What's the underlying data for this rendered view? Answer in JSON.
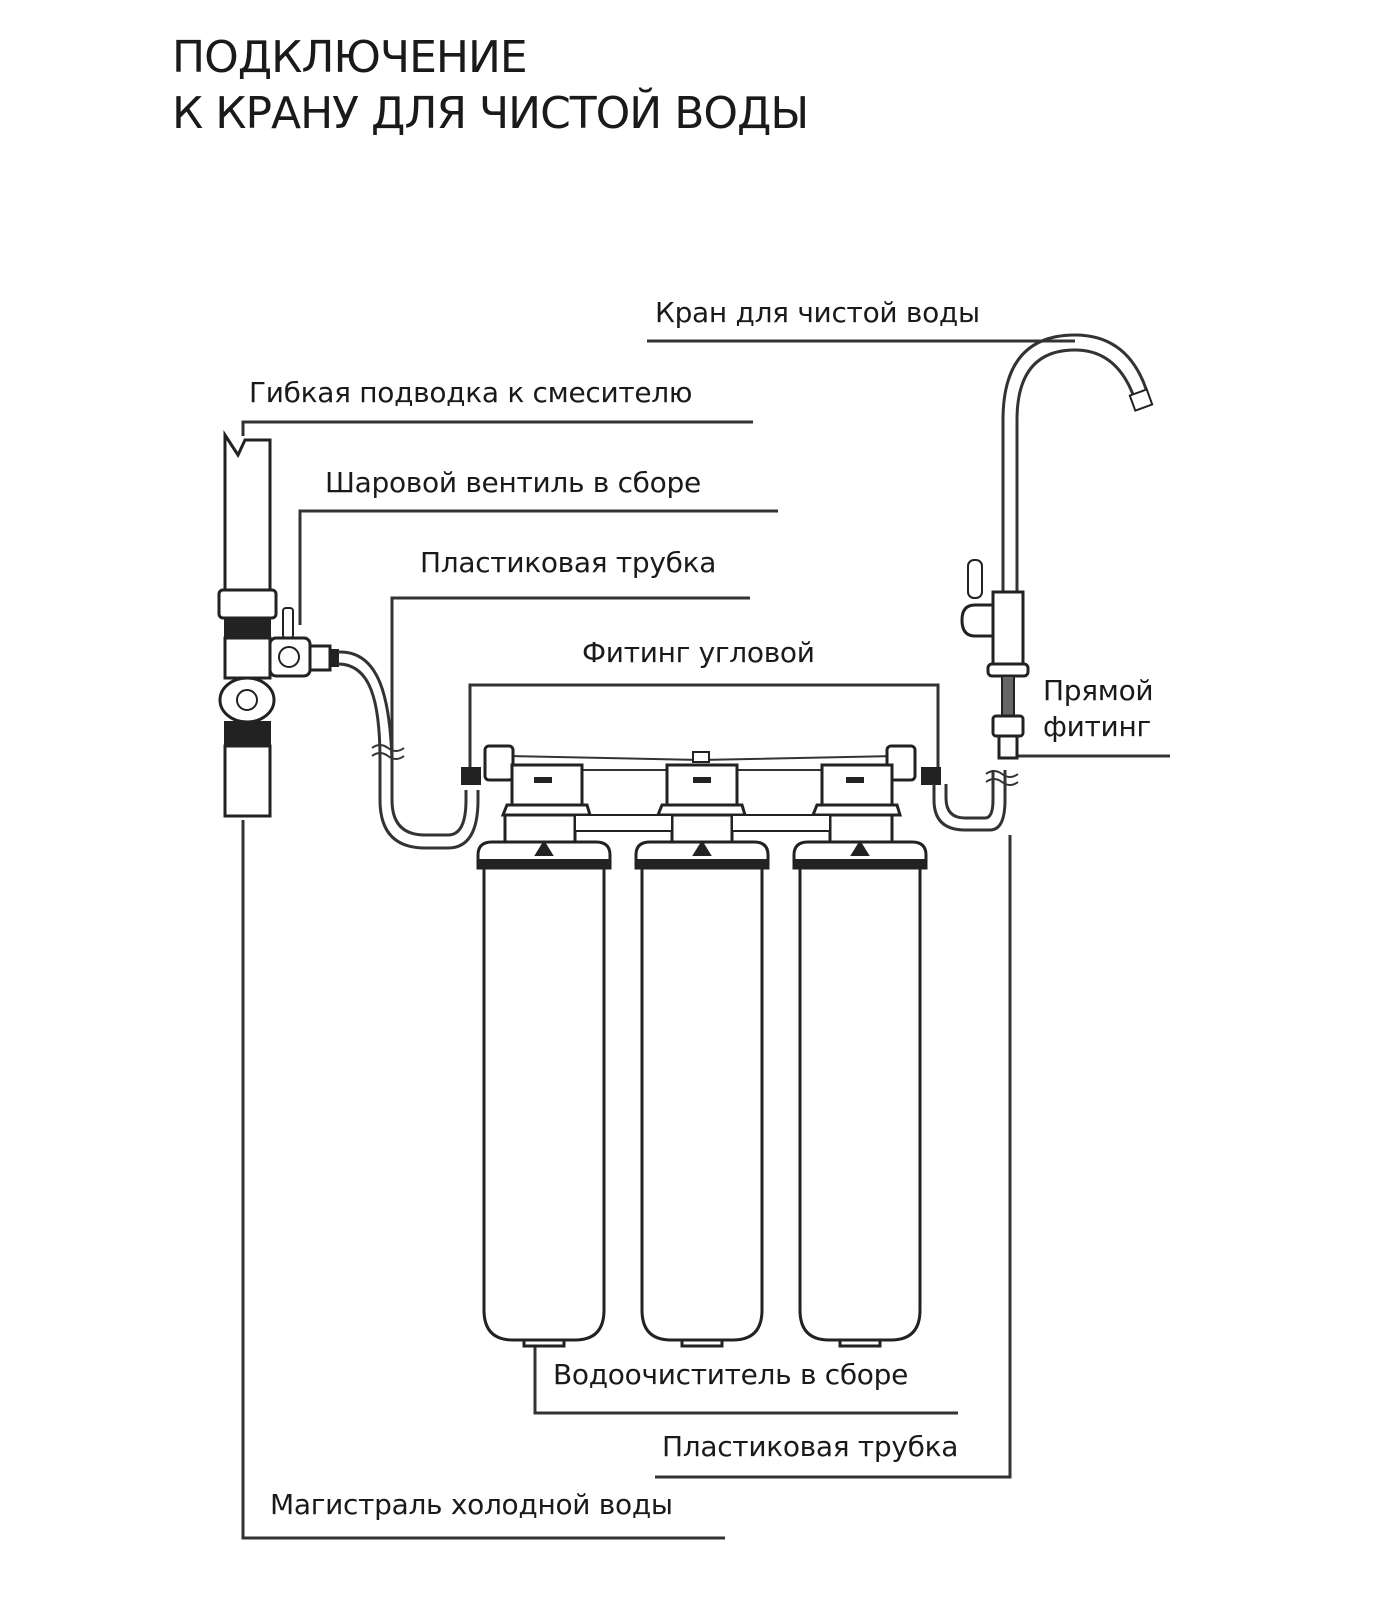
{
  "title": {
    "line1": "ПОДКЛЮЧЕНИЕ",
    "line2": "К КРАНУ ДЛЯ ЧИСТОЙ ВОДЫ"
  },
  "labels": {
    "faucet": "Кран для чистой воды",
    "flex_hose": "Гибкая подводка к смесителю",
    "ball_valve": "Шаровой вентиль в сборе",
    "plastic_tube_top": "Пластиковая трубка",
    "angle_fitting": "Фитинг угловой",
    "straight_fitting_line1": "Прямой",
    "straight_fitting_line2": "фитинг",
    "purifier": "Водоочиститель в сборе",
    "plastic_tube_bottom": "Пластиковая трубка",
    "cold_main": "Магистраль холодной воды"
  },
  "components": {
    "filter_housings": 3
  }
}
